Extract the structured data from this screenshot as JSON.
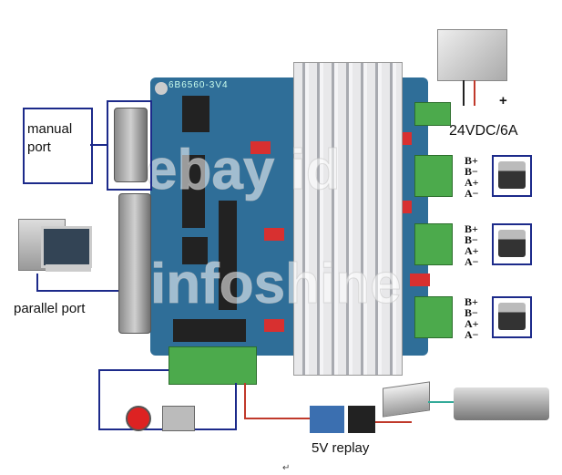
{
  "board": {
    "model": "6B6560-3V4"
  },
  "labels": {
    "manual_port": "manual port",
    "parallel_port": "parallel port",
    "power": "24VDC/6A",
    "plus": "+",
    "relay": "5V replay",
    "return_mark": "↵"
  },
  "motor_pins": [
    "B+",
    "B−",
    "A+",
    "A−"
  ],
  "watermark": [
    "ebay id",
    "infoshine"
  ],
  "colors": {
    "board": "#2f6e98",
    "terminal": "#4caa4c",
    "outline": "#1c2a8a",
    "wire_red": "#c0392b"
  }
}
